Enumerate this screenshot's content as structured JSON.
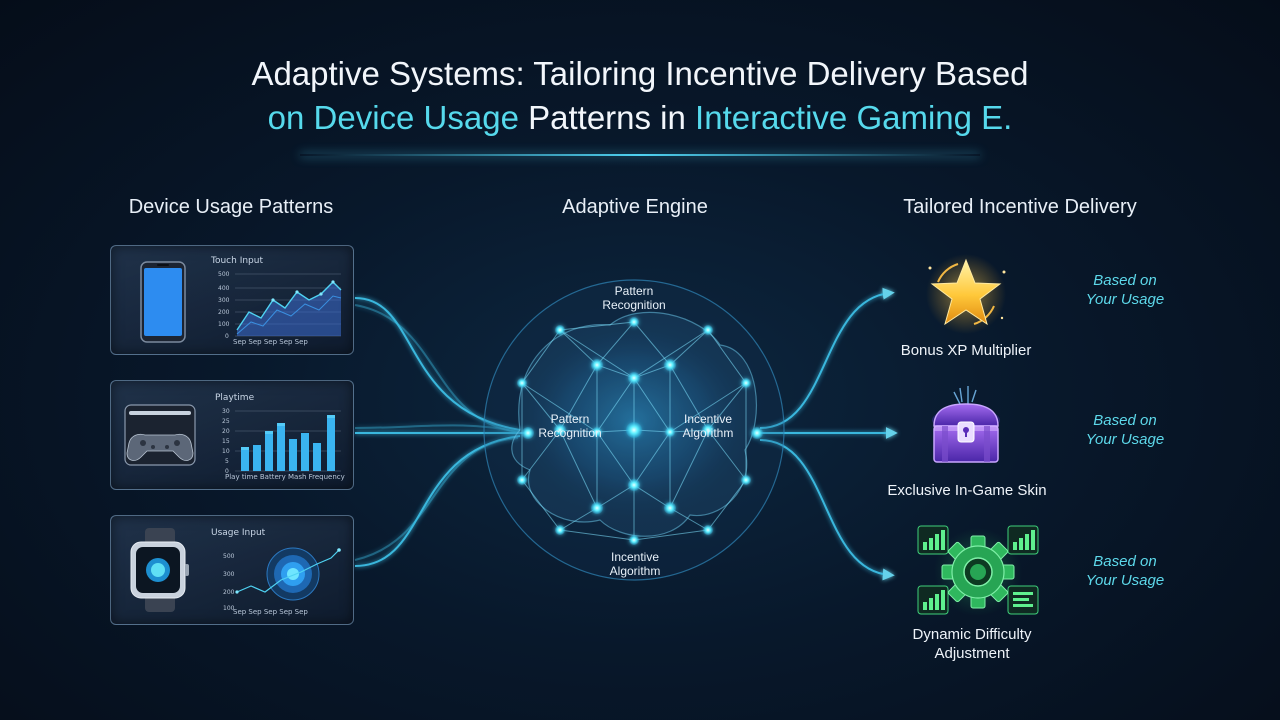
{
  "title": {
    "line1": "Adaptive Systems: Tailoring Incentive Delivery Based",
    "line2_hl1": "on Device Usage",
    "line2_mid": " Patterns in ",
    "line2_hl2": "Interactive Gaming E."
  },
  "columns": {
    "left": "Device Usage Patterns",
    "center": "Adaptive Engine",
    "right": "Tailored Incentive Delivery"
  },
  "devices": [
    {
      "label": "Touch Input",
      "axis": "Sep Sep Sep Sep Sep",
      "y_ticks": [
        "500",
        "400",
        "300",
        "200",
        "100",
        "0"
      ]
    },
    {
      "label": "Playtime",
      "axis": "Play time Battery Mash Frequency",
      "y_ticks": [
        "30",
        "25",
        "20",
        "15",
        "10",
        "5",
        "0"
      ]
    },
    {
      "label": "Usage Input",
      "axis": "Sep Sep Sep Sep Sep",
      "y_ticks": [
        "500",
        "300",
        "200",
        "100"
      ]
    }
  ],
  "engine": {
    "top": "Pattern Recognition",
    "left": "Pattern Recognition",
    "right": "Incentive Algorithm",
    "bottom": "Incentive Algorithm"
  },
  "incentives": [
    {
      "name": "Bonus XP Multiplier",
      "note_line1": "Based on",
      "note_line2": "Your Usage"
    },
    {
      "name": "Exclusive In-Game Skin",
      "note_line1": "Based on",
      "note_line2": "Your Usage"
    },
    {
      "name_line1": "Dynamic Difficulty",
      "name_line2": "Adjustment",
      "note_line1": "Based on",
      "note_line2": "Your Usage"
    }
  ],
  "colors": {
    "accent": "#56d9ec",
    "glow": "#3fc8f0",
    "background": "#07152a"
  }
}
